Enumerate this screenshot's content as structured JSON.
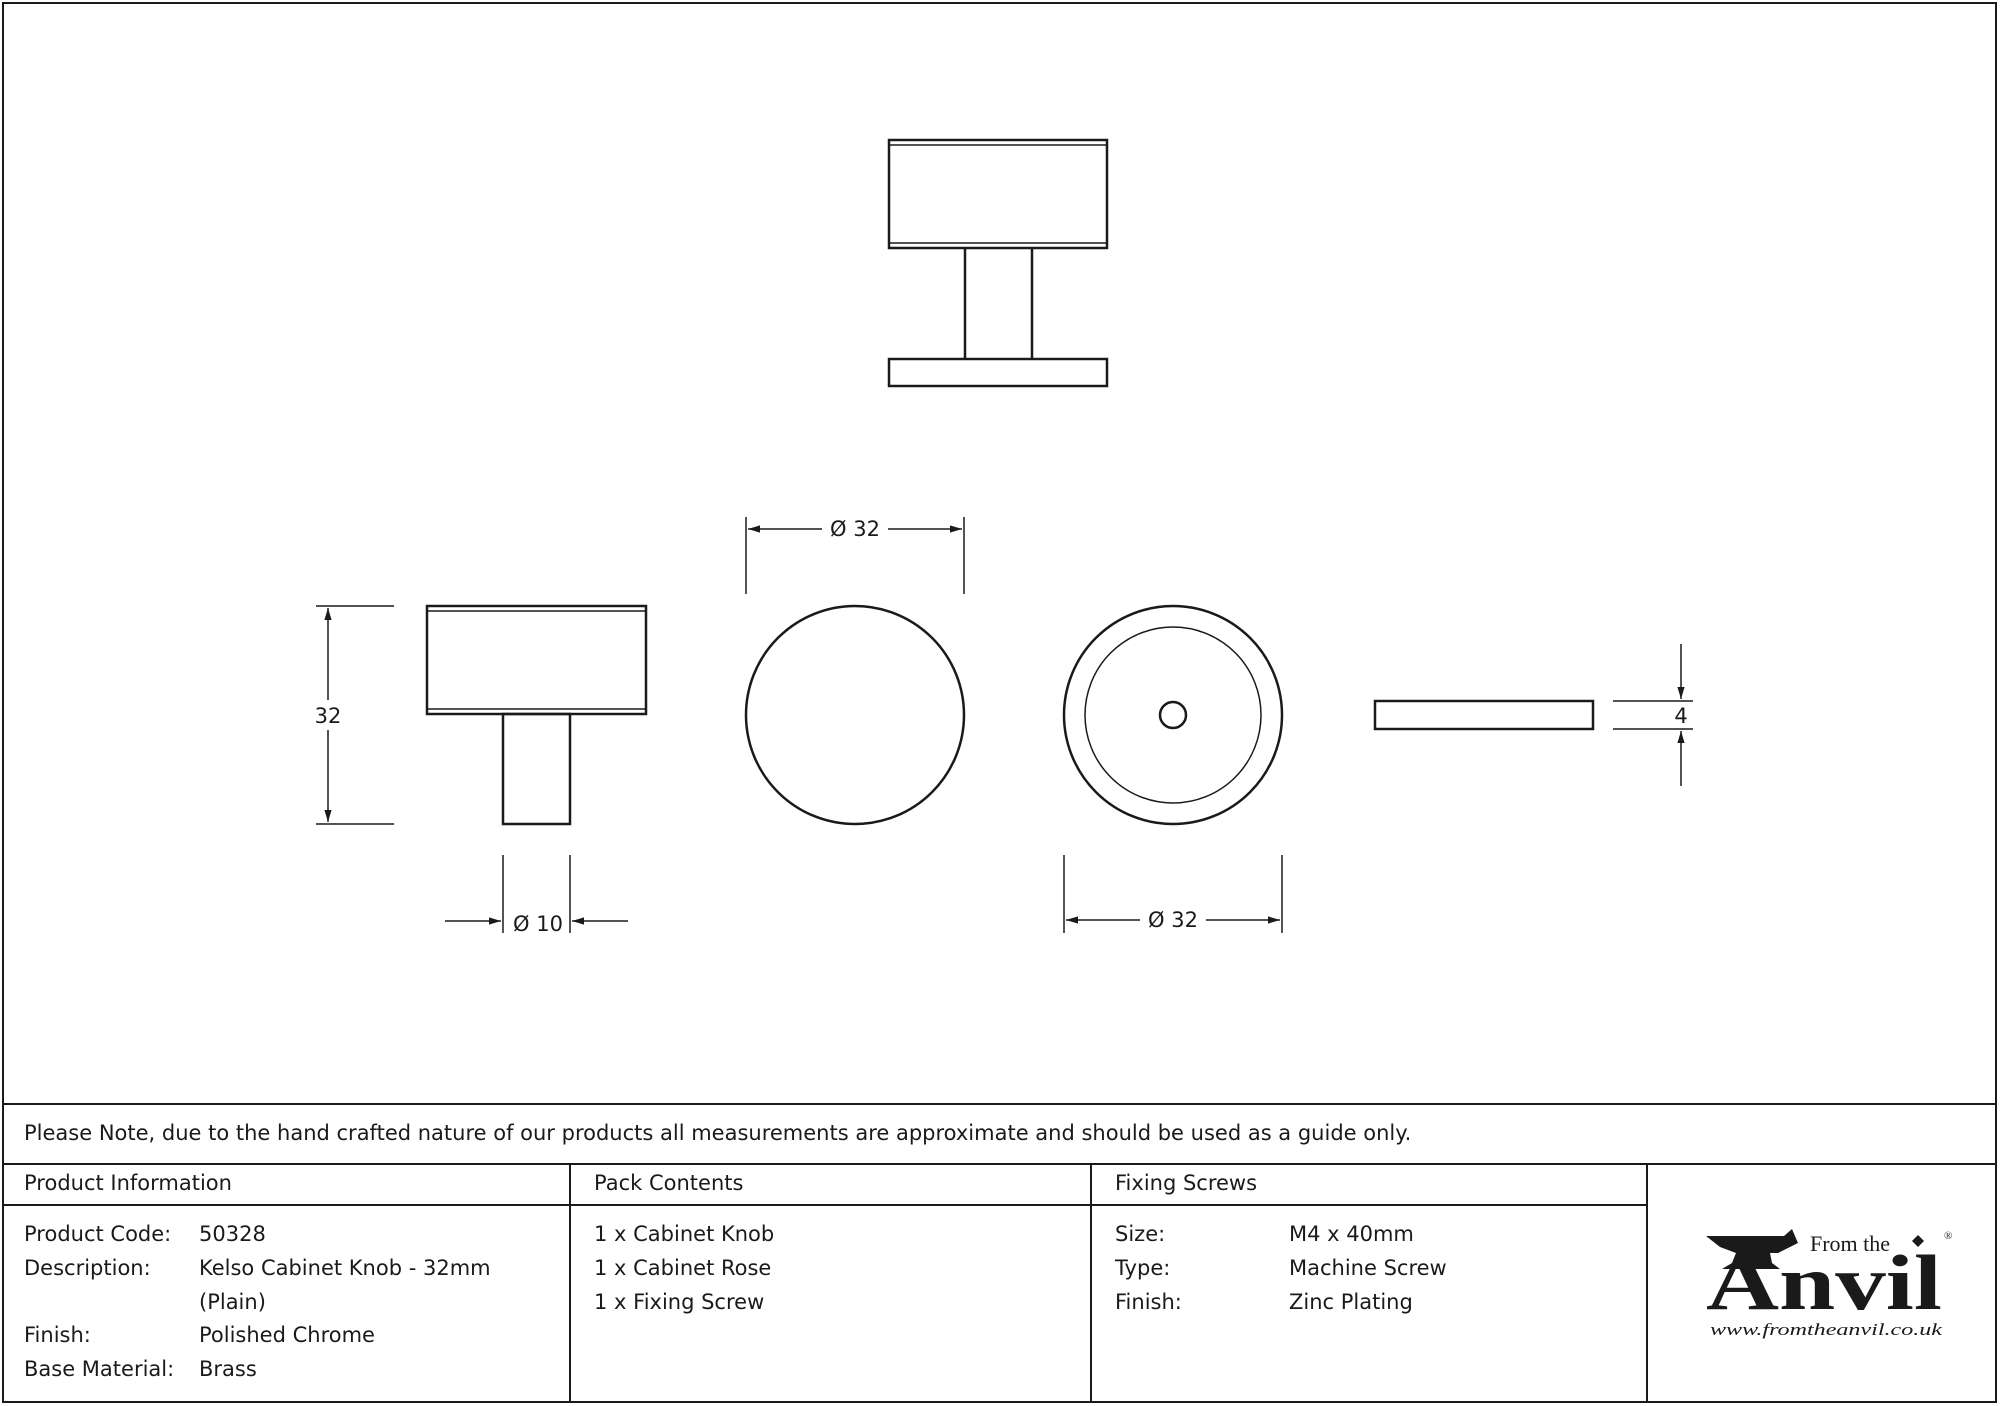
{
  "dimensions": {
    "diameter_top": "Ø 32",
    "height_left": "32",
    "diameter_stem": "Ø 10",
    "diameter_rose": "Ø 32",
    "rose_thickness": "4"
  },
  "note": "Please Note, due to the hand crafted nature of our products all measurements are approximate and should be used as a guide only.",
  "product_info": {
    "heading": "Product Information",
    "rows": [
      {
        "label": "Product Code:",
        "value": "50328"
      },
      {
        "label": "Description:",
        "value": "Kelso Cabinet Knob - 32mm"
      },
      {
        "label": "",
        "value": "(Plain)"
      },
      {
        "label": "Finish:",
        "value": "Polished Chrome"
      },
      {
        "label": "Base Material:",
        "value": "Brass"
      }
    ]
  },
  "pack_contents": {
    "heading": "Pack Contents",
    "items": [
      "1 x Cabinet Knob",
      "1 x Cabinet Rose",
      "1 x Fixing Screw"
    ]
  },
  "fixing_screws": {
    "heading": "Fixing Screws",
    "rows": [
      {
        "label": "Size:",
        "value": "M4 x 40mm"
      },
      {
        "label": "Type:",
        "value": "Machine Screw"
      },
      {
        "label": "Finish:",
        "value": "Zinc Plating"
      }
    ]
  },
  "logo": {
    "from_the": "From the",
    "brand": "Anvil",
    "url": "www.fromtheanvil.co.uk",
    "registered": "®"
  }
}
